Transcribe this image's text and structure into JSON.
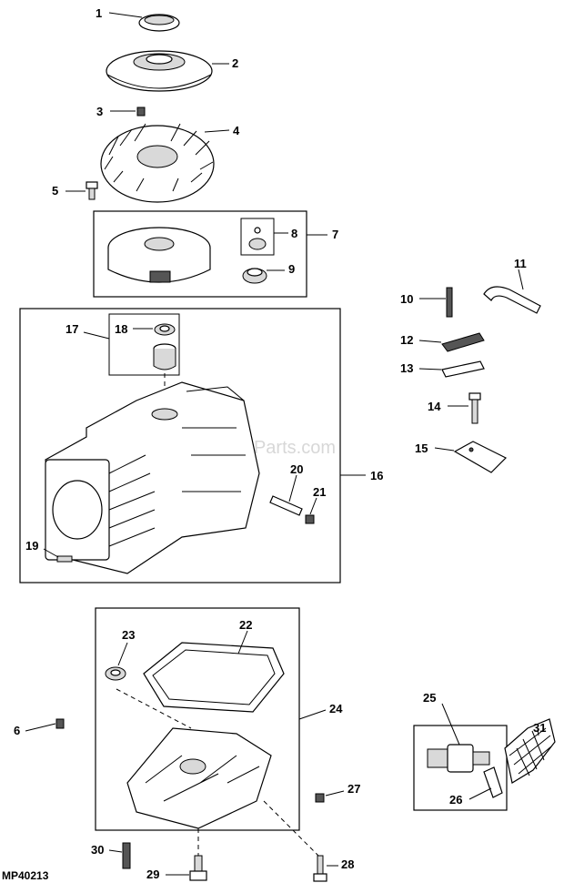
{
  "diagram": {
    "code": "MP40213",
    "watermark": "eReplacementParts.com",
    "callouts": {
      "c1": "1",
      "c2": "2",
      "c3": "3",
      "c4": "4",
      "c5": "5",
      "c6": "6",
      "c7": "7",
      "c8": "8",
      "c9": "9",
      "c10": "10",
      "c11": "11",
      "c12": "12",
      "c13": "13",
      "c14": "14",
      "c15": "15",
      "c16": "16",
      "c17": "17",
      "c18": "18",
      "c19": "19",
      "c20": "20",
      "c21": "21",
      "c22": "22",
      "c23": "23",
      "c24": "24",
      "c25": "25",
      "c26": "26",
      "c27": "27",
      "c28": "28",
      "c29": "29",
      "c30": "30",
      "c31": "31"
    }
  }
}
